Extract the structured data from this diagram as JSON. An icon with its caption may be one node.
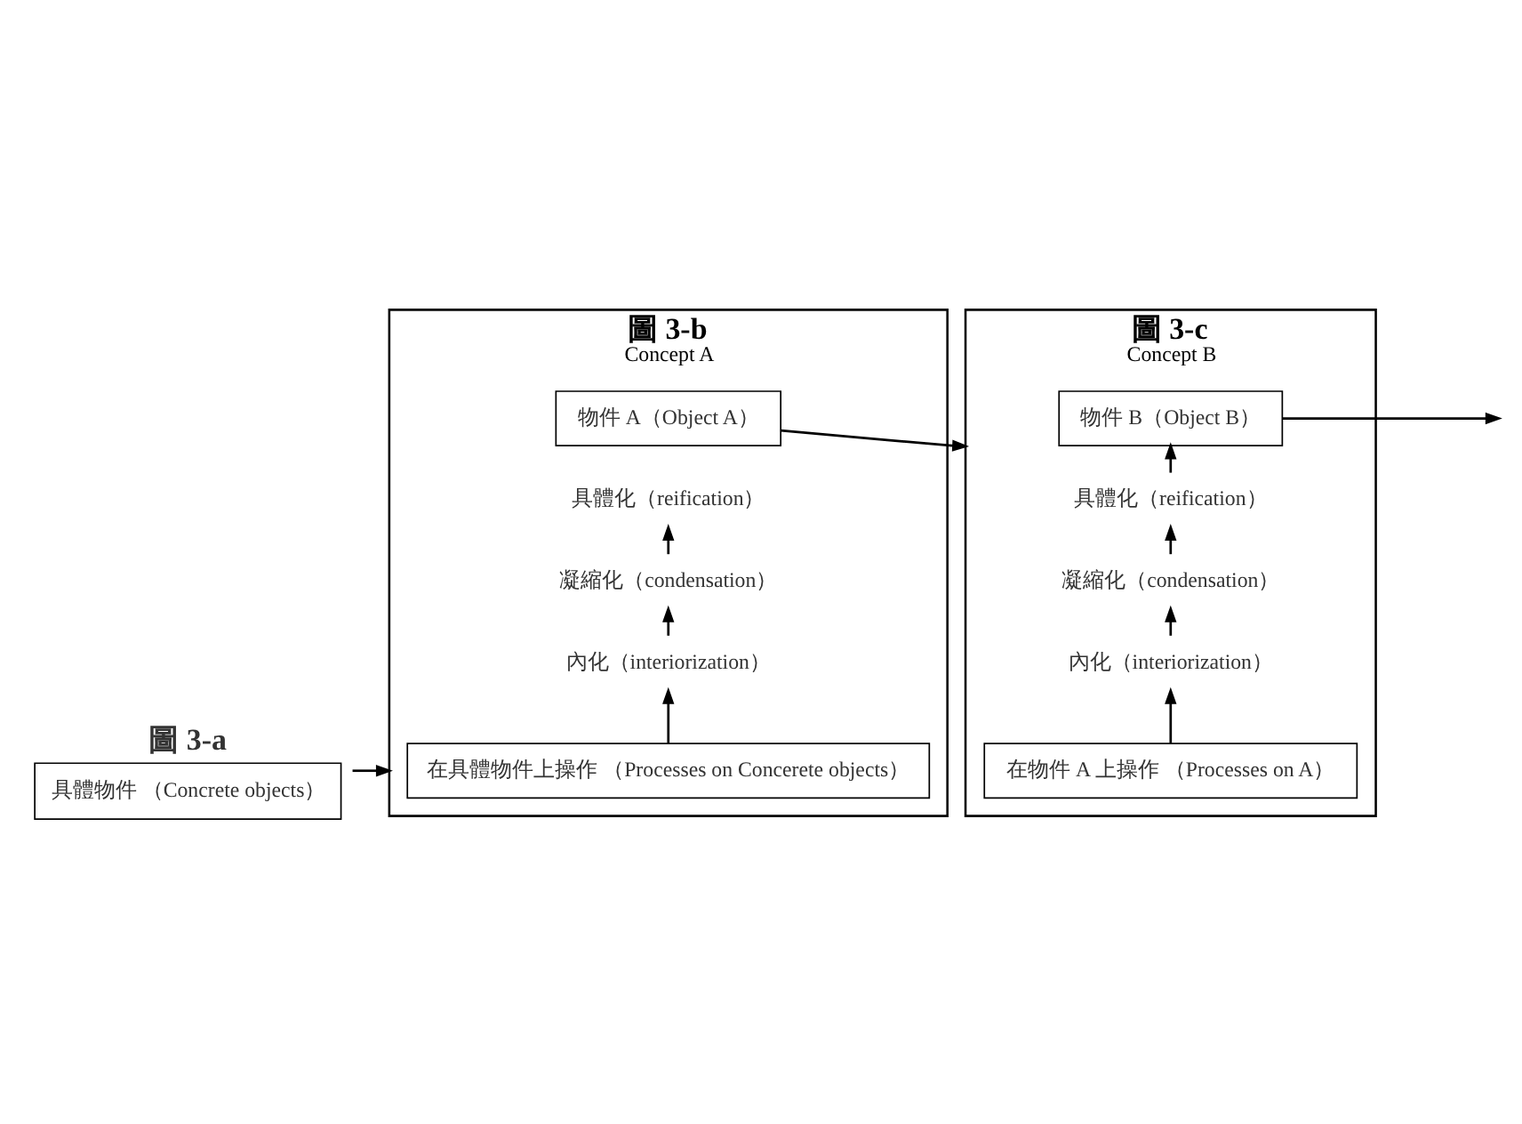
{
  "diagram": {
    "nodes": [
      {
        "text": [
          "圖 3-a",
          "具體物件 （Concrete objects）"
        ]
      },
      {
        "text": [
          "圖 3-b",
          "Concept A"
        ]
      },
      {
        "text": [
          "物件 A（Object A）"
        ],
        "in": 1
      },
      {
        "text": [
          "具體化（reification）"
        ],
        "in": 1
      },
      {
        "text": [
          "凝縮化（condensation）"
        ],
        "in": 1
      },
      {
        "text": [
          "內化（interiorization）"
        ],
        "in": 1
      },
      {
        "text": [
          "在具體物件上操作 （Processes on Concerete objects）"
        ],
        "in": 1
      },
      {
        "text": [
          "圖 3-c",
          "Concept B"
        ]
      },
      {
        "text": [
          "物件 B（Object B）"
        ],
        "in": 7
      },
      {
        "text": [
          "具體化（reification）"
        ],
        "in": 7
      },
      {
        "text": [
          "凝縮化（condensation）"
        ],
        "in": 7
      },
      {
        "text": [
          "內化（interiorization）"
        ],
        "in": 7
      },
      {
        "text": [
          "在物件 A 上操作 （Processes on A）"
        ],
        "in": 7
      }
    ],
    "edges": [
      {
        "from": 0,
        "to": 1,
        "arrow": "to"
      },
      {
        "from": 6,
        "to": 5,
        "arrow": "to"
      },
      {
        "from": 5,
        "to": 4,
        "arrow": "to"
      },
      {
        "from": 4,
        "to": 3,
        "arrow": "to"
      },
      {
        "from": 2,
        "to": 7,
        "arrow": "to"
      },
      {
        "from": 12,
        "to": 11,
        "arrow": "to"
      },
      {
        "from": 11,
        "to": 10,
        "arrow": "to"
      },
      {
        "from": 10,
        "to": 9,
        "arrow": "to"
      },
      {
        "from": 9,
        "to": 8,
        "arrow": "to"
      },
      {
        "from": 8,
        "to": null,
        "arrow": "to"
      }
    ]
  }
}
